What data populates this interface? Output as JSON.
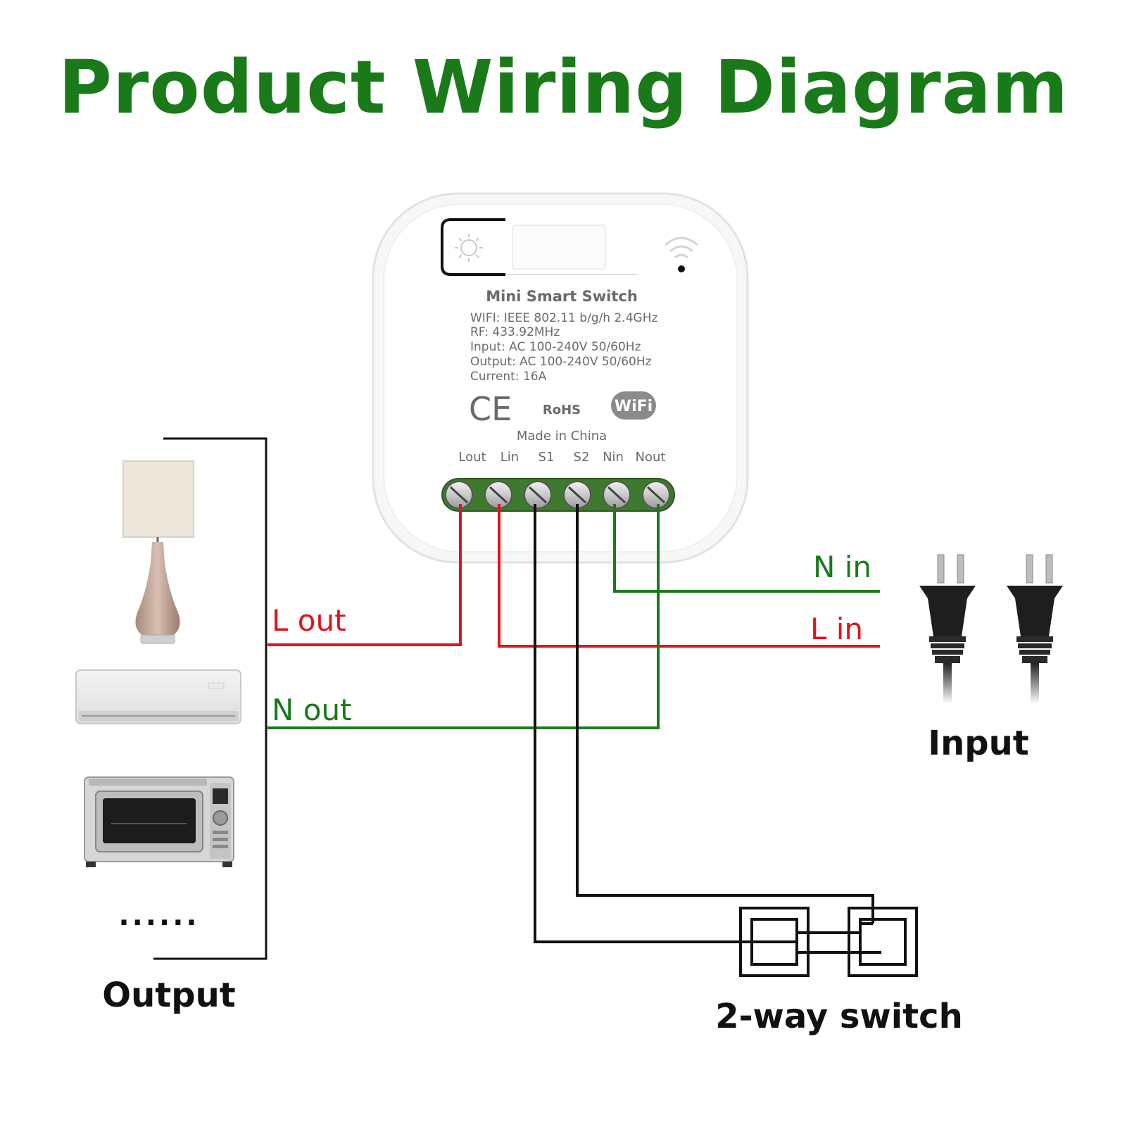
{
  "title": "Product Wiring Diagram",
  "device": {
    "name": "Mini Smart Switch",
    "specs": [
      "WIFI: IEEE 802.11 b/g/h  2.4GHz",
      "RF: 433.92MHz",
      "Input:  AC 100-240V  50/60Hz",
      "Output:  AC 100-240V  50/60Hz",
      "Current:  16A"
    ],
    "ce_mark": "CE",
    "rohs": "RoHS",
    "wifi_logo": "WiFi",
    "origin": "Made in China",
    "terminals": [
      "Lout",
      "Lin",
      "S1",
      "S2",
      "Nin",
      "Nout"
    ]
  },
  "labels": {
    "l_out": "L out",
    "n_out": "N out",
    "n_in": "N in",
    "l_in": "L in",
    "input": "Input",
    "output": "Output",
    "two_way": "2-way switch",
    "ellipsis": "......"
  },
  "colors": {
    "title_green": "#1a7a1a",
    "live_wire": "#e0141c",
    "neutral_wire": "#1a7a1a",
    "switch_wire": "#111111",
    "terminal_green": "#3e7a2e"
  },
  "icons": {
    "lamp": "table-lamp-icon",
    "air_conditioner": "air-conditioner-icon",
    "oven": "toaster-oven-icon",
    "plug": "power-plug-icon",
    "wifi": "wifi-signal-icon",
    "light": "light-bulb-icon"
  }
}
